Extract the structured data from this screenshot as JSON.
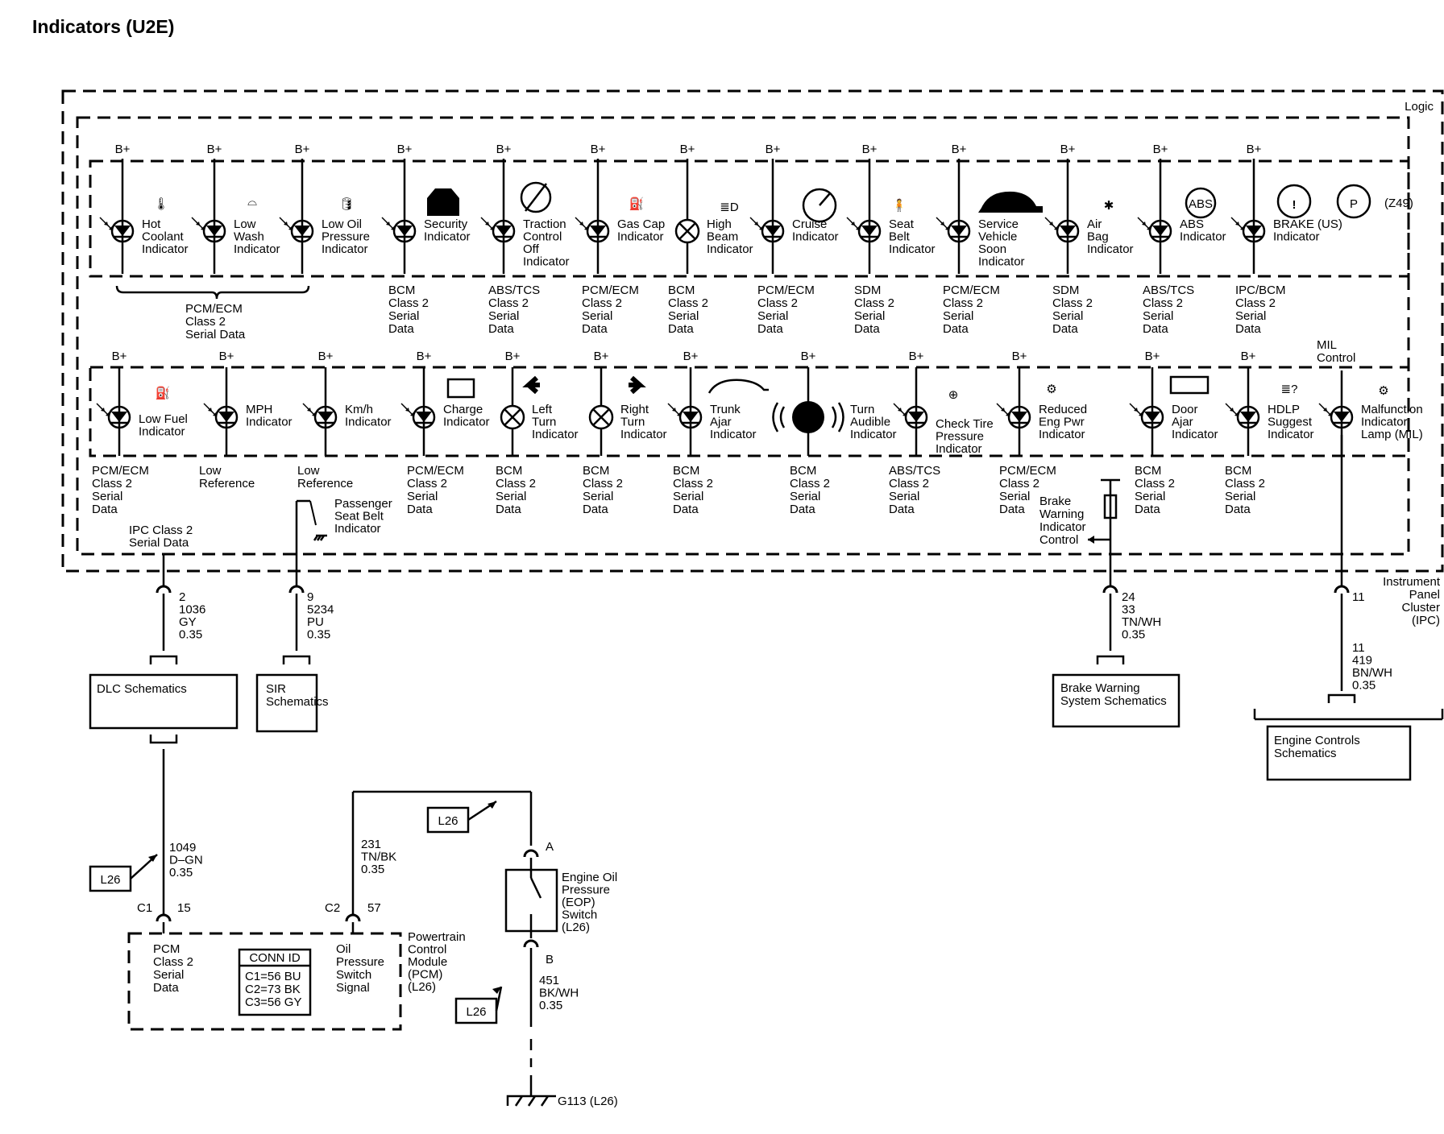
{
  "title": "Indicators (U2E)",
  "logic_label": "Logic",
  "bplus": "B+",
  "module_label": [
    "Instrument",
    "Panel",
    "Cluster",
    "(IPC)"
  ],
  "z49": "(Z49)",
  "mil_control": [
    "MIL",
    "Control"
  ],
  "row1_indicators": [
    {
      "label": [
        "Hot",
        "Coolant",
        "Indicator"
      ],
      "type": "led",
      "icon": "coolant-temp-icon"
    },
    {
      "label": [
        "Low",
        "Wash",
        "Indicator"
      ],
      "type": "led",
      "icon": "washer-fluid-icon"
    },
    {
      "label": [
        "Low Oil",
        "Pressure",
        "Indicator"
      ],
      "type": "led",
      "icon": "oil-can-icon"
    },
    {
      "label": [
        "Security",
        "Indicator"
      ],
      "type": "led",
      "icon": "security-car-icon"
    },
    {
      "label": [
        "Traction",
        "Control",
        "Off",
        "Indicator"
      ],
      "type": "led",
      "icon": "traction-off-icon"
    },
    {
      "label": [
        "Gas Cap",
        "Indicator"
      ],
      "type": "led",
      "icon": "gas-cap-icon"
    },
    {
      "label": [
        "High",
        "Beam",
        "Indicator"
      ],
      "type": "lamp",
      "icon": "high-beam-icon"
    },
    {
      "label": [
        "Cruise",
        "Indicator"
      ],
      "type": "led",
      "icon": "cruise-gauge-icon"
    },
    {
      "label": [
        "Seat",
        "Belt",
        "Indicator"
      ],
      "type": "led",
      "icon": "seat-belt-icon"
    },
    {
      "label": [
        "Service",
        "Vehicle",
        "Soon",
        "Indicator"
      ],
      "type": "led",
      "icon": "service-car-icon"
    },
    {
      "label": [
        "Air",
        "Bag",
        "Indicator"
      ],
      "type": "led",
      "icon": "air-bag-icon"
    },
    {
      "label": [
        "ABS",
        "Indicator"
      ],
      "type": "led",
      "icon": "abs-icon"
    },
    {
      "label": [
        "BRAKE (US)",
        "Indicator"
      ],
      "type": "led",
      "icon": "brake-icon"
    }
  ],
  "row1_sources": [
    [
      "BCM",
      "Class 2",
      "Serial",
      "Data"
    ],
    [
      "ABS/TCS",
      "Class 2",
      "Serial",
      "Data"
    ],
    [
      "PCM/ECM",
      "Class 2",
      "Serial",
      "Data"
    ],
    [
      "BCM",
      "Class 2",
      "Serial",
      "Data"
    ],
    [
      "PCM/ECM",
      "Class 2",
      "Serial",
      "Data"
    ],
    [
      "SDM",
      "Class 2",
      "Serial",
      "Data"
    ],
    [
      "PCM/ECM",
      "Class 2",
      "Serial",
      "Data"
    ],
    [
      "SDM",
      "Class 2",
      "Serial",
      "Data"
    ],
    [
      "ABS/TCS",
      "Class 2",
      "Serial",
      "Data"
    ],
    [
      "IPC/BCM",
      "Class 2",
      "Serial",
      "Data"
    ]
  ],
  "row1_group_source": [
    "PCM/ECM",
    "Class 2",
    "Serial Data"
  ],
  "row2_indicators": [
    {
      "label": [
        "Low Fuel",
        "Indicator"
      ],
      "type": "led",
      "icon": "fuel-pump-icon"
    },
    {
      "label": [
        "MPH",
        "Indicator"
      ],
      "type": "led",
      "icon": ""
    },
    {
      "label": [
        "Km/h",
        "Indicator"
      ],
      "type": "led",
      "icon": ""
    },
    {
      "label": [
        "Charge",
        "Indicator"
      ],
      "type": "led",
      "icon": "battery-icon"
    },
    {
      "label": [
        "Left",
        "Turn",
        "Indicator"
      ],
      "type": "lamp",
      "icon": "left-arrow-icon"
    },
    {
      "label": [
        "Right",
        "Turn",
        "Indicator"
      ],
      "type": "lamp",
      "icon": "right-arrow-icon"
    },
    {
      "label": [
        "Trunk",
        "Ajar",
        "Indicator"
      ],
      "type": "led",
      "icon": "trunk-car-icon"
    },
    {
      "label": [
        "Turn",
        "Audible",
        "Indicator"
      ],
      "type": "chime",
      "icon": "speaker-icon"
    },
    {
      "label": [
        "Check Tire",
        "Pressure",
        "Indicator"
      ],
      "type": "led",
      "icon": "tire-pressure-icon"
    },
    {
      "label": [
        "Reduced",
        "Eng Pwr",
        "Indicator"
      ],
      "type": "led",
      "icon": "engine-icon"
    },
    {
      "label": [
        "Door",
        "Ajar",
        "Indicator"
      ],
      "type": "led",
      "icon": "door-ajar-icon"
    },
    {
      "label": [
        "HDLP",
        "Suggest",
        "Indicator"
      ],
      "type": "led",
      "icon": "headlamp-suggest-icon"
    },
    {
      "label": [
        "Malfunction",
        "Indicator",
        "Lamp (MIL)"
      ],
      "type": "led",
      "icon": "check-engine-icon"
    }
  ],
  "row2_sources": [
    [
      "PCM/ECM",
      "Class 2",
      "Serial",
      "Data"
    ],
    [
      "Low",
      "Reference"
    ],
    [
      "Low",
      "Reference"
    ],
    [
      "PCM/ECM",
      "Class 2",
      "Serial",
      "Data"
    ],
    [
      "BCM",
      "Class 2",
      "Serial",
      "Data"
    ],
    [
      "BCM",
      "Class 2",
      "Serial",
      "Data"
    ],
    [
      "BCM",
      "Class 2",
      "Serial",
      "Data"
    ],
    [
      "BCM",
      "Class 2",
      "Serial",
      "Data"
    ],
    [
      "ABS/TCS",
      "Class 2",
      "Serial",
      "Data"
    ],
    [
      "PCM/ECM",
      "Class 2",
      "Serial",
      "Data"
    ],
    [
      "BCM",
      "Class 2",
      "Serial",
      "Data"
    ],
    [
      "BCM",
      "Class 2",
      "Serial",
      "Data"
    ]
  ],
  "passenger_seat_belt": [
    "Passenger",
    "Seat Belt",
    "Indicator"
  ],
  "ipc_class2": [
    "IPC Class 2",
    "Serial Data"
  ],
  "brake_warning_control": [
    "Brake",
    "Warning",
    "Indicator",
    "Control"
  ],
  "circuits": {
    "dlc_wire": [
      "2",
      "1036",
      "GY",
      "0.35"
    ],
    "sir_wire": [
      "9",
      "5234",
      "PU",
      "0.35"
    ],
    "brake_wire": [
      "24",
      "33",
      "TN/WH",
      "0.35"
    ],
    "mil_wire": [
      "11",
      "419",
      "BN/WH",
      "0.35"
    ],
    "pcm_dlc_wire": [
      "1049",
      "D–GN",
      "0.35"
    ],
    "oil_wire": [
      "231",
      "TN/BK",
      "0.35"
    ],
    "ground_wire": [
      "451",
      "BK/WH",
      "0.35"
    ]
  },
  "boxes": {
    "dlc": "DLC Schematics",
    "sir": [
      "SIR",
      "Schematics"
    ],
    "brake": [
      "Brake Warning",
      "System Schematics"
    ],
    "engine": [
      "Engine Controls",
      "Schematics"
    ]
  },
  "option_tag": "L26",
  "pcm": {
    "c1": "C1",
    "c1_pin": "15",
    "c2": "C2",
    "c2_pin": "57",
    "class2_label": [
      "PCM",
      "Class 2",
      "Serial",
      "Data"
    ],
    "conn_id_title": "CONN ID",
    "conn_ids": [
      "C1=56 BU",
      "C2=73 BK",
      "C3=56 GY"
    ],
    "oil_label": [
      "Oil",
      "Pressure",
      "Switch",
      "Signal"
    ],
    "module_name": [
      "Powertrain",
      "Control",
      "Module",
      "(PCM)",
      "(L26)"
    ]
  },
  "eop_switch": {
    "pin_a": "A",
    "pin_b": "B",
    "label": [
      "Engine Oil",
      "Pressure",
      "(EOP)",
      "Switch",
      "(L26)"
    ]
  },
  "ground": "G113 (L26)"
}
